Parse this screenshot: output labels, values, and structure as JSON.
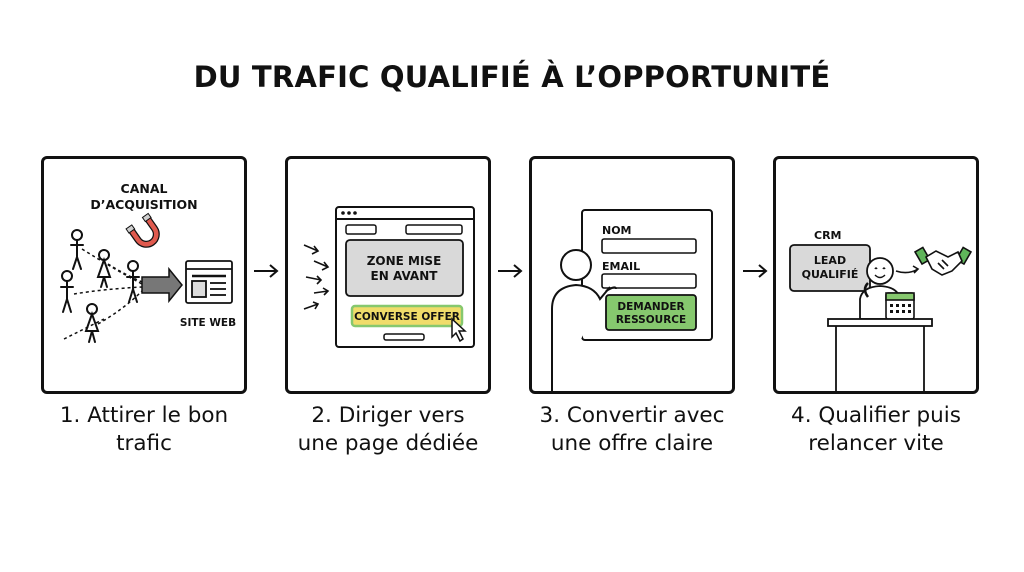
{
  "title": "DU TRAFIC QUALIFIÉ À L’OPPORTUNITÉ",
  "steps": [
    {
      "caption": [
        "1. Attirer le bon",
        "trafic"
      ],
      "labels": {
        "canal_line1": "CANAL",
        "canal_line2": "D’ACQUISITION",
        "site": "SITE WEB"
      }
    },
    {
      "caption": [
        "2. Diriger vers",
        "une page dédiée"
      ],
      "labels": {
        "zone_line1": "ZONE MISE",
        "zone_line2": "EN AVANT",
        "offer": "CONVERSE OFFER"
      }
    },
    {
      "caption": [
        "3. Convertir avec",
        "une offre claire"
      ],
      "labels": {
        "nom": "NOM",
        "email": "EMAIL",
        "button_line1": "DEMANDER",
        "button_line2": "RESSOURCE"
      }
    },
    {
      "caption": [
        "4. Qualifier puis",
        "relancer vite"
      ],
      "labels": {
        "crm": "CRM",
        "lead_line1": "LEAD",
        "lead_line2": "QUALIFIÉ"
      }
    }
  ],
  "colors": {
    "green": "#86c86e",
    "yellow": "#f0dc6a",
    "gray_box": "#d9d9d9",
    "magnet_red": "#e05a4e",
    "handshake_green": "#5fb55a"
  }
}
